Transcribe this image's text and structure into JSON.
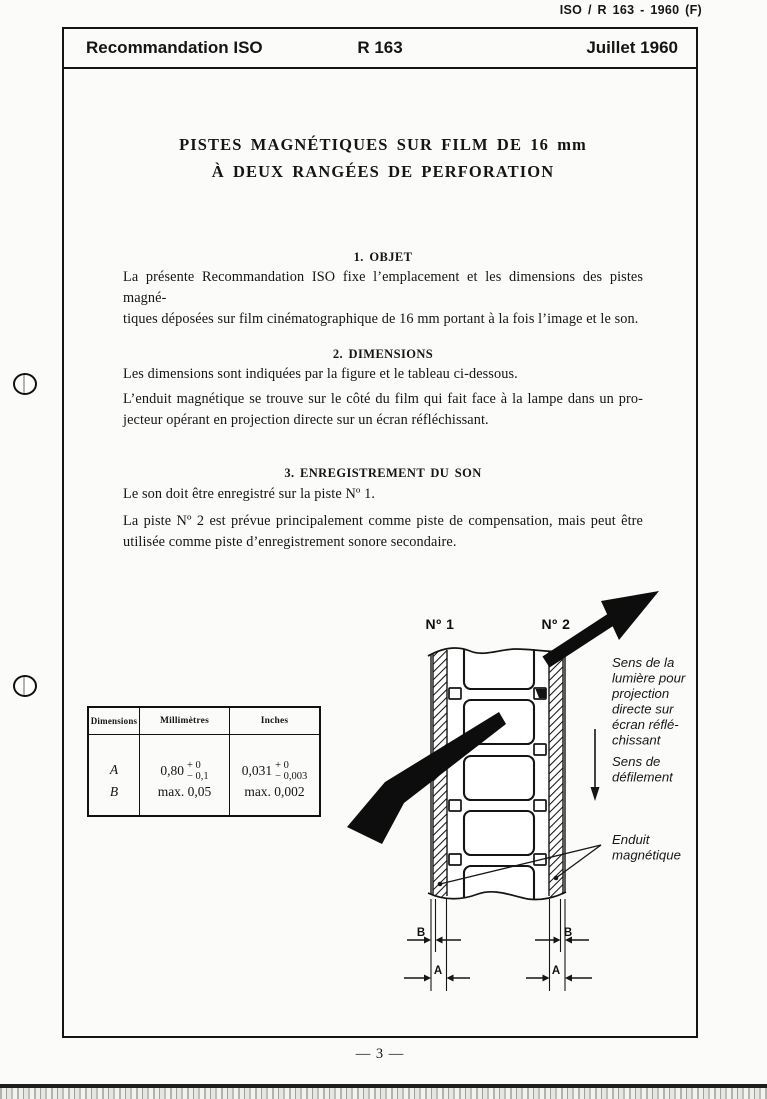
{
  "page": {
    "ref": "ISO / R 163 - 1960 (F)",
    "number": "— 3 —"
  },
  "header": {
    "left": "Recommandation ISO",
    "center": "R 163",
    "right": "Juillet 1960"
  },
  "title": {
    "line1": "PISTES MAGNÉTIQUES SUR FILM DE 16 mm",
    "line2": "À DEUX RANGÉES DE PERFORATION"
  },
  "sections": [
    {
      "heading": "1. OBJET",
      "p1": [
        "La présente Recommandation ISO fixe l’emplacement et les dimensions des pistes magné-",
        "tiques déposées sur film cinématographique de 16 mm portant à la fois l’image et le son."
      ]
    },
    {
      "heading": "2. DIMENSIONS",
      "p1": [
        "Les dimensions sont indiquées par la figure et le tableau ci-dessous."
      ],
      "p2": [
        "L’enduit magnétique se trouve sur le côté du film qui fait face à la lampe dans un pro-",
        "jecteur opérant en projection directe sur un écran réfléchissant."
      ]
    },
    {
      "heading": "3. ENREGISTREMENT DU SON",
      "p1": [
        "Le son doit être enregistré sur la piste Nº 1."
      ],
      "p2": [
        "La piste Nº 2 est prévue principalement comme piste de compensation, mais peut être",
        "utilisée comme piste d’enregistrement sonore secondaire."
      ]
    }
  ],
  "table": {
    "headers": [
      "Dimensions",
      "Millimètres",
      "Inches"
    ],
    "rows": [
      {
        "dim": "A",
        "mm_value": "0,80",
        "mm_tol_plus": "+ 0",
        "mm_tol_minus": "− 0,1",
        "in_value": "0,031",
        "in_tol_plus": "+ 0",
        "in_tol_minus": "− 0,003"
      },
      {
        "dim": "B",
        "mm_value": "max.  0,05",
        "in_value": "max.  0,002"
      }
    ]
  },
  "diagram": {
    "track1": "Nº 1",
    "track2": "Nº 2",
    "light_label": [
      "Sens de la",
      "lumière  pour",
      "projection",
      "directe sur",
      "écran réflé-",
      "chissant"
    ],
    "travel_label": [
      "Sens de",
      "défilement"
    ],
    "coating_label": [
      "Enduit",
      "magnétique"
    ],
    "dim_a": "A",
    "dim_b": "B"
  }
}
